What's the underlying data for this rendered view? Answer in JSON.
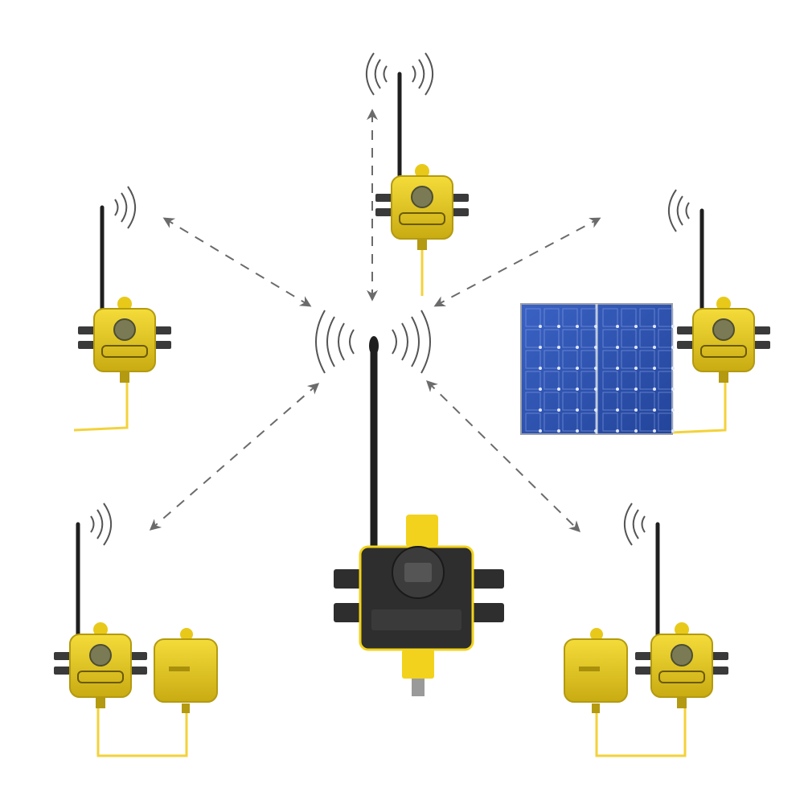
{
  "diagram": {
    "kind": "wireless-sensor-network",
    "colors": {
      "background": "#ffffff",
      "node_yellow": "#e8c91a",
      "node_yellow_dark": "#b39a10",
      "gateway_body": "#2e2e2e",
      "gateway_yellow": "#f2d21c",
      "antenna": "#1f1f1f",
      "link_arrow": "#6b6b6b",
      "wave": "#555555",
      "wire": "#f3d23a",
      "solar_blue": "#2f56b8",
      "solar_frame": "#9aa0aa"
    },
    "icons": {
      "gateway": "wireless-gateway-icon",
      "node": "wireless-sensor-node-icon",
      "waves": "radio-waves-icon",
      "solar": "solar-panel-icon",
      "sensor": "yellow-sensor-module-icon"
    },
    "nodes": [
      {
        "id": "top",
        "role": "node"
      },
      {
        "id": "upper-left",
        "role": "node"
      },
      {
        "id": "upper-right",
        "role": "node",
        "attachment": "solar"
      },
      {
        "id": "lower-left",
        "role": "node",
        "attachment": "sensor"
      },
      {
        "id": "lower-right",
        "role": "node",
        "attachment": "sensor"
      },
      {
        "id": "gateway",
        "role": "gateway"
      }
    ],
    "links": [
      {
        "from": "gateway",
        "to": "top"
      },
      {
        "from": "gateway",
        "to": "upper-left"
      },
      {
        "from": "gateway",
        "to": "upper-right"
      },
      {
        "from": "gateway",
        "to": "lower-left"
      },
      {
        "from": "gateway",
        "to": "lower-right"
      }
    ]
  }
}
